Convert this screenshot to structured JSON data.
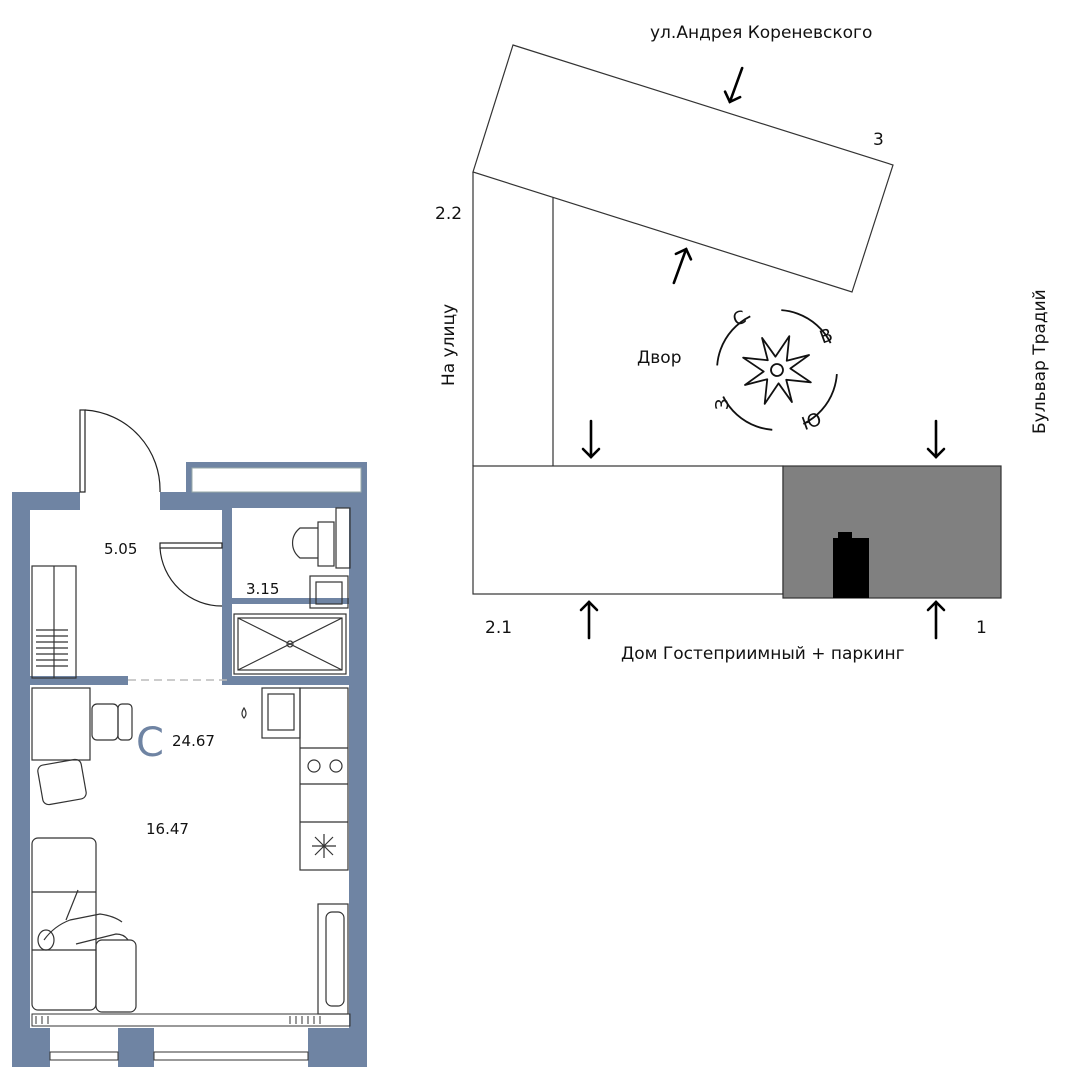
{
  "apartment": {
    "rooms": [
      {
        "id": "hall",
        "area": "5.05"
      },
      {
        "id": "bathroom",
        "area": "3.15"
      },
      {
        "id": "living",
        "area": "16.47"
      }
    ],
    "studio": {
      "letter": "С",
      "total_area": "24.67"
    },
    "wall_color": "#6f84a3"
  },
  "site_plan": {
    "streets": {
      "north": "ул.Андрея Кореневского",
      "west": "На улицу",
      "east": "Бульвар Традий",
      "south": "Дом Гостеприимный + паркинг"
    },
    "courtyard": "Двор",
    "building_numbers": {
      "b3": "3",
      "b22": "2.2",
      "b21": "2.1",
      "b1": "1"
    },
    "compass": {
      "north": "С",
      "east": "В",
      "south": "Ю",
      "west": "З"
    },
    "highlight_color": "#808080"
  }
}
